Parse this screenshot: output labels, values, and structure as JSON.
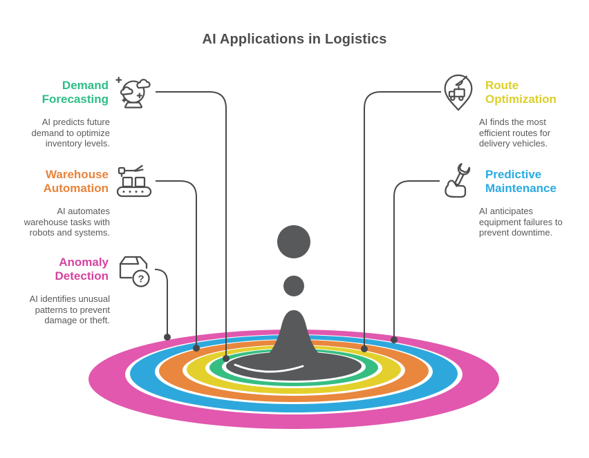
{
  "title": "AI Applications in Logistics",
  "palette": {
    "icon_stroke": "#4d4d4d",
    "connector": "#47484a",
    "splash_gray": "#58595b",
    "title_gray": "#4d4d4d",
    "body_gray": "#58595b",
    "white": "#ffffff"
  },
  "items": [
    {
      "id": "demand-forecasting",
      "title": "Demand Forecasting",
      "description": "AI predicts future demand to optimize inventory levels.",
      "color": "#2ebd85",
      "icon": "crystal-ball-icon",
      "side": "left"
    },
    {
      "id": "warehouse-automation",
      "title": "Warehouse Automation",
      "description": "AI automates warehouse tasks with robots and systems.",
      "color": "#e8833a",
      "icon": "robot-conveyor-icon",
      "side": "left"
    },
    {
      "id": "anomaly-detection",
      "title": "Anomaly Detection",
      "description": "AI identifies unusual patterns to prevent damage or theft.",
      "color": "#d6429e",
      "icon": "package-question-icon",
      "icon_glyph": "?",
      "side": "left"
    },
    {
      "id": "route-optimization",
      "title": "Route Optimization",
      "description": "AI finds the most efficient routes for delivery vehicles.",
      "color": "#dccf28",
      "icon": "truck-pin-icon",
      "side": "right"
    },
    {
      "id": "predictive-maintenance",
      "title": "Predictive Maintenance",
      "description": "AI anticipates equipment failures to prevent downtime.",
      "color": "#29abe2",
      "icon": "wrench-hand-icon",
      "side": "right"
    }
  ],
  "ripple": {
    "rings": [
      {
        "name": "pink-ring",
        "color": "#e158ae"
      },
      {
        "name": "blue-ring",
        "color": "#2ea8dc"
      },
      {
        "name": "orange-ring",
        "color": "#e8873d"
      },
      {
        "name": "yellow-ring",
        "color": "#e3d02c"
      },
      {
        "name": "green-ring",
        "color": "#36be82"
      }
    ]
  }
}
